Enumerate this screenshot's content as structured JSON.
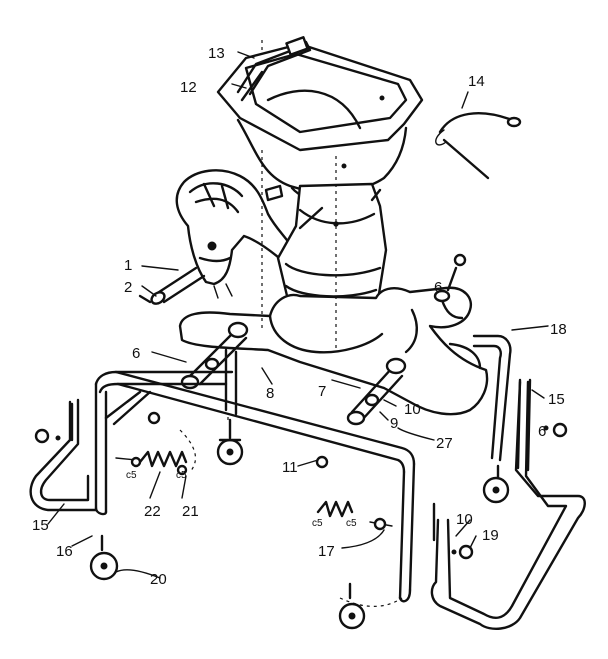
{
  "callouts": [
    {
      "id": "13",
      "text": "13"
    },
    {
      "id": "12",
      "text": "12"
    },
    {
      "id": "14",
      "text": "14"
    },
    {
      "id": "1",
      "text": "1"
    },
    {
      "id": "2",
      "text": "2"
    },
    {
      "id": "6a",
      "text": "6"
    },
    {
      "id": "6b",
      "text": "6"
    },
    {
      "id": "18",
      "text": "18"
    },
    {
      "id": "8",
      "text": "8"
    },
    {
      "id": "7",
      "text": "7"
    },
    {
      "id": "10a",
      "text": "10"
    },
    {
      "id": "9",
      "text": "9"
    },
    {
      "id": "15a",
      "text": "15"
    },
    {
      "id": "6c",
      "text": "6"
    },
    {
      "id": "27",
      "text": "27"
    },
    {
      "id": "11",
      "text": "11"
    },
    {
      "id": "22",
      "text": "22"
    },
    {
      "id": "21",
      "text": "21"
    },
    {
      "id": "15b",
      "text": "15"
    },
    {
      "id": "16",
      "text": "16"
    },
    {
      "id": "10b",
      "text": "10"
    },
    {
      "id": "19",
      "text": "19"
    },
    {
      "id": "17",
      "text": "17"
    },
    {
      "id": "20",
      "text": "20"
    }
  ],
  "markings": {
    "clip_left": "c5",
    "clip_right": "c5",
    "clip_mid_left": "c5",
    "clip_mid_right": "c5"
  }
}
